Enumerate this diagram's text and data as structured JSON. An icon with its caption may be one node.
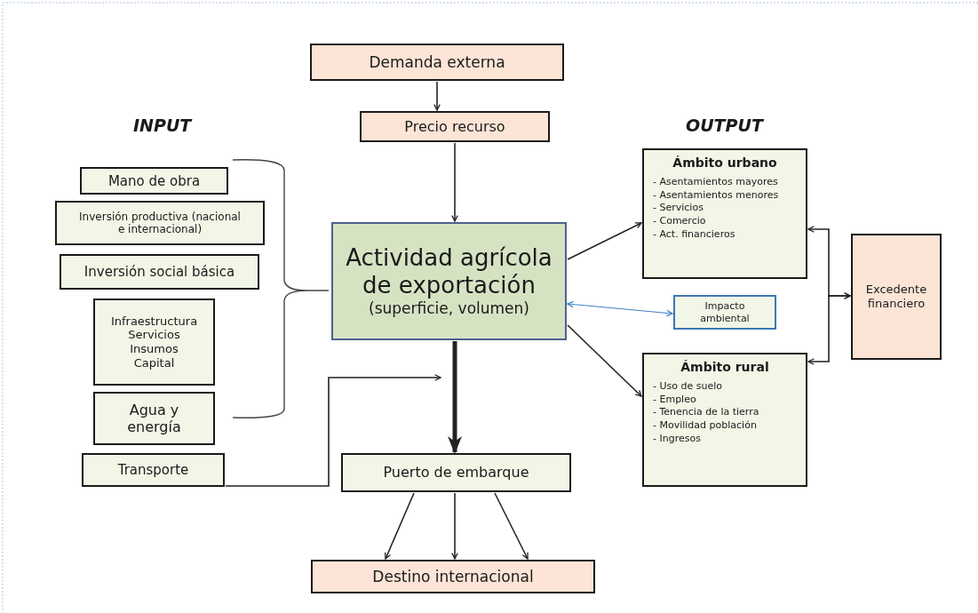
{
  "diagram": {
    "nodes": [
      {
        "text": [
          "Demanda externa"
        ]
      },
      {
        "text": [
          "Precio recurso"
        ]
      },
      {
        "text": [
          "Actividad agrícola de exportación",
          "(superficie, volumen)"
        ]
      },
      {
        "text": [
          "Mano de obra"
        ]
      },
      {
        "text": [
          "Inversión productiva (nacional  e internacional)"
        ]
      },
      {
        "text": [
          "Inversión social básica"
        ]
      },
      {
        "text": [
          "Infraestructura Servicios Insumos Capital"
        ]
      },
      {
        "text": [
          "Agua y energía"
        ]
      },
      {
        "text": [
          "Transporte"
        ]
      },
      {
        "text": [
          "Puerto de embarque"
        ]
      },
      {
        "text": [
          "Destino internacional"
        ]
      },
      {
        "text": [
          "Ámbito urbano",
          "- Asentamientos mayores",
          "- Asentamientos menores",
          "- Servicios",
          "- Comercio",
          "- Act. financieros"
        ]
      },
      {
        "text": [
          "Impacto ambiental"
        ]
      },
      {
        "text": [
          "Ámbito rural",
          "- Uso de suelo",
          "- Empleo",
          "- Tenencia de la tierra",
          "- Movilidad población",
          "- Ingresos"
        ]
      },
      {
        "text": [
          "Excedente financiero"
        ]
      }
    ],
    "edges": [
      {
        "from": 0,
        "to": 1,
        "arrow": "to"
      },
      {
        "from": 1,
        "to": 2,
        "arrow": "to"
      },
      {
        "from": 8,
        "to": null,
        "arrow": "to"
      },
      {
        "from": 2,
        "to": 9,
        "arrow": "to",
        "style": "thick"
      },
      {
        "from": 9,
        "to": 10,
        "arrow": "to"
      },
      {
        "from": 9,
        "to": 10,
        "arrow": "to"
      },
      {
        "from": 9,
        "to": 10,
        "arrow": "to"
      },
      {
        "from": 2,
        "to": 11,
        "arrow": "to"
      },
      {
        "from": 2,
        "to": 12,
        "arrow": "both",
        "color": "#3b82c4"
      },
      {
        "from": 2,
        "to": 13,
        "arrow": "to"
      },
      {
        "from": 14,
        "to": 11,
        "arrow": "both"
      },
      {
        "from": 14,
        "to": 13,
        "arrow": "both"
      }
    ],
    "labels": [
      "INPUT",
      "OUTPUT"
    ]
  }
}
